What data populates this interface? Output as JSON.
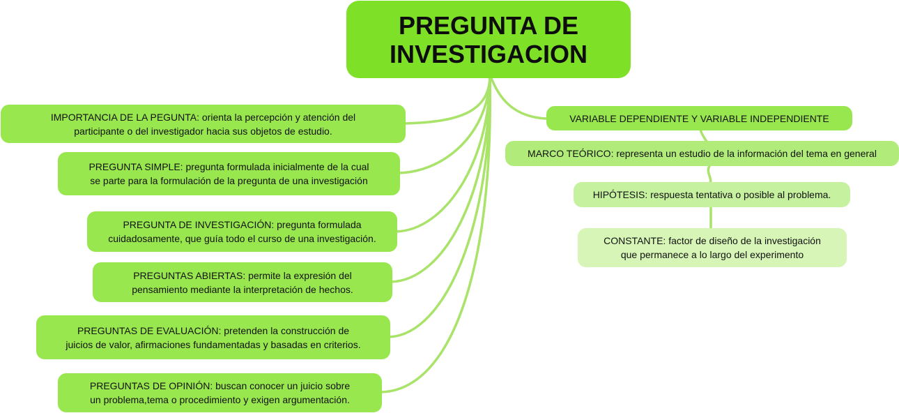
{
  "root": {
    "line1": "PREGUNTA DE",
    "line2": "INVESTIGACION"
  },
  "left_nodes": [
    {
      "line1": "IMPORTANCIA DE LA PEGUNTA: orienta la percepción y atención del",
      "line2": "participante o del investigador hacia sus objetos de estudio."
    },
    {
      "line1": "PREGUNTA SIMPLE: pregunta formulada inicialmente de la cual",
      "line2": "se parte para la formulación de la pregunta de una investigación"
    },
    {
      "line1": "PREGUNTA DE INVESTIGACIÓN: pregunta formulada",
      "line2": "cuidadosamente, que guía todo el curso de una investigación."
    },
    {
      "line1": "PREGUNTAS ABIERTAS: permite la expresión del",
      "line2": "pensamiento mediante la interpretación de hechos."
    },
    {
      "line1": "PREGUNTAS DE EVALUACIÓN: pretenden la construcción de",
      "line2": "juicios de valor, afirmaciones fundamentadas y basadas en criterios."
    },
    {
      "line1": "PREGUNTAS DE OPINIÓN: buscan conocer un juicio sobre",
      "line2": "un problema,tema o procedimiento y exigen argumentación."
    }
  ],
  "right_nodes": [
    {
      "line1": "VARIABLE DEPENDIENTE Y VARIABLE INDEPENDIENTE",
      "line2": ""
    },
    {
      "line1": "MARCO TEÓRICO: representa un estudio de la información del tema en general",
      "line2": ""
    },
    {
      "line1": "HIPÓTESIS: respuesta tentativa o posible al problema.",
      "line2": ""
    },
    {
      "line1": "CONSTANTE: factor de diseño de la investigación",
      "line2": "que permanece a lo largo del experimento"
    }
  ],
  "colors": {
    "root_fill": "#7fe028",
    "node_fill": "#98e74e",
    "connector": "#a9e36a",
    "right_fades": [
      "#98e74e",
      "#b1ec7a",
      "#c6f19e",
      "#d6f5b6"
    ]
  }
}
